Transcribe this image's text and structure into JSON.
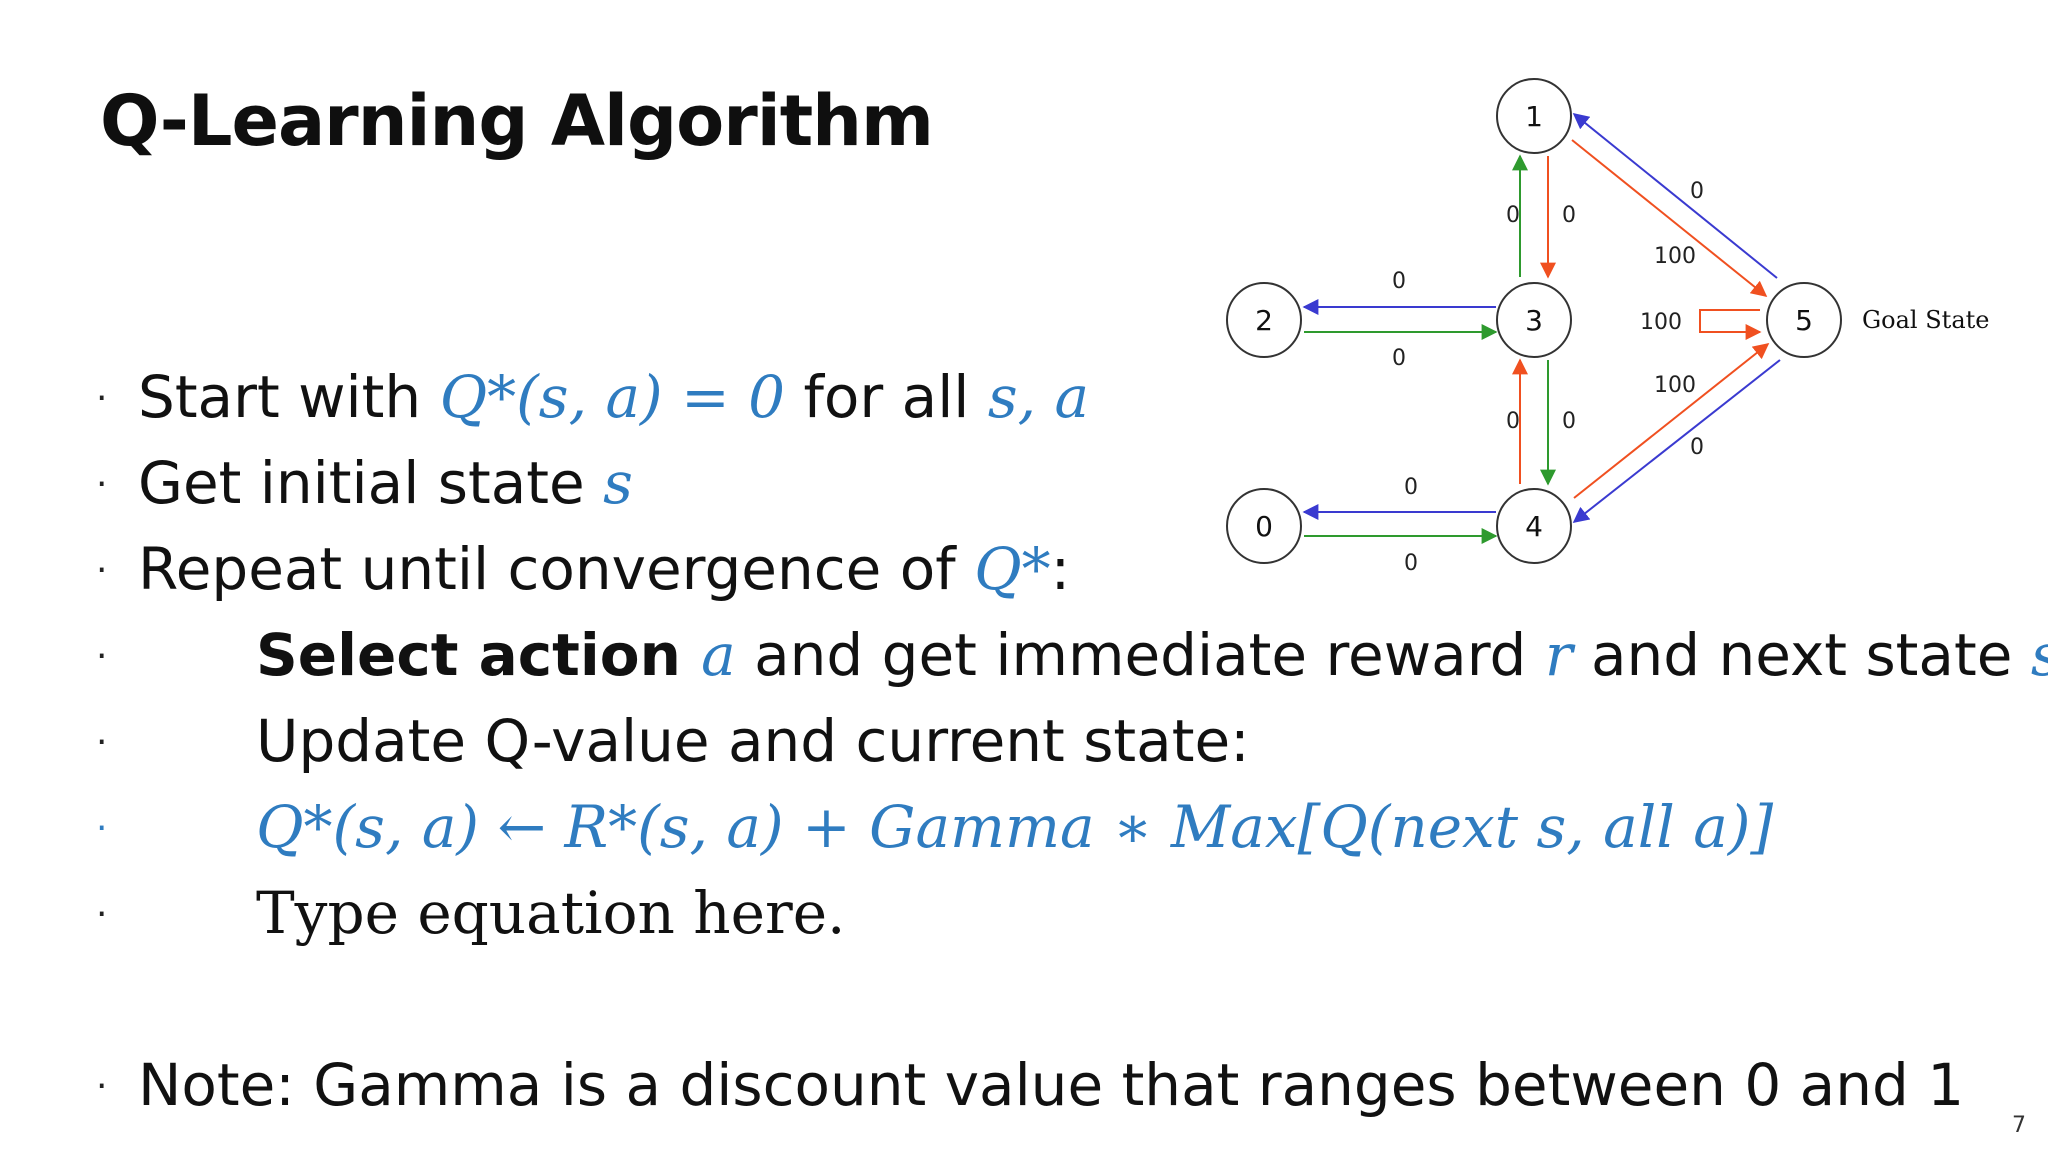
{
  "slide": {
    "title": "Q-Learning Algorithm",
    "page_number": "7",
    "bullets": [
      {
        "text_before": "Start with ",
        "math": "Q*(s, a) = 0",
        "text_mid": " for all ",
        "math_end": "s, a"
      },
      {
        "text_before": "Get initial state ",
        "math": "s"
      },
      {
        "text_before": "Repeat until convergence of ",
        "math": "Q*",
        "text_after": ":"
      },
      {
        "bold": "Select action ",
        "m1": "a",
        "t1": " and get immediate reward ",
        "m2": "r",
        "t2": " and next state ",
        "m3": "s′"
      },
      {
        "text": "Update Q-value and current state:"
      },
      {
        "equation": "Q*(s, a) ← R*(s, a) + Gamma  ∗ Max[Q(next s, all a)]"
      },
      {
        "text": "Type equation here."
      },
      {
        "text": "Note:  Gamma is a discount value that ranges between 0 and 1"
      }
    ]
  },
  "graph": {
    "nodes": [
      {
        "id": "1",
        "label": "1"
      },
      {
        "id": "2",
        "label": "2"
      },
      {
        "id": "3",
        "label": "3"
      },
      {
        "id": "5",
        "label": "5"
      },
      {
        "id": "0",
        "label": "0"
      },
      {
        "id": "4",
        "label": "4"
      }
    ],
    "edge_labels": {
      "e_3_1": "0",
      "e_1_3": "0",
      "e_5_1": "0",
      "e_1_5": "100",
      "e_3_2": "0",
      "e_2_3": "0",
      "e_5_5": "100",
      "e_4_5": "100",
      "e_4_3": "0",
      "e_3_4": "0",
      "e_5_4": "0",
      "e_4_0": "0",
      "e_0_4": "0"
    },
    "goal_label": "Goal State",
    "colors": {
      "blue": "#3a3ad0",
      "green": "#2e9a2e",
      "red": "#f05020"
    }
  }
}
